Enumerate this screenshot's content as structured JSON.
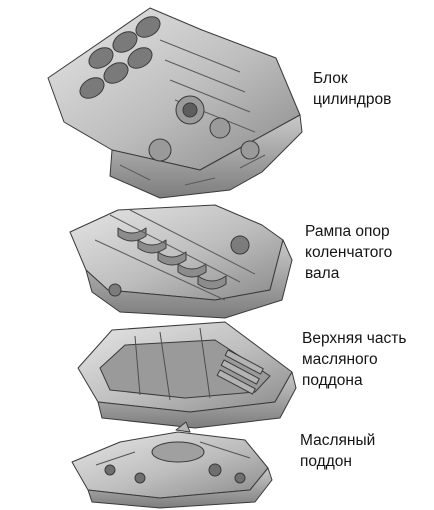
{
  "labels": {
    "cylinder_block": [
      "Блок",
      "цилиндров"
    ],
    "crank_ramp": [
      "Рампа опор",
      "коленчатого",
      "вала"
    ],
    "upper_oil_pan": [
      "Верхняя часть",
      "масляного",
      "поддона"
    ],
    "oil_pan": [
      "Масляный",
      "поддон"
    ]
  },
  "colors": {
    "metal_light": "#d8d8d8",
    "metal_mid": "#a9a9a9",
    "metal_dark": "#6e6e6e",
    "outline": "#3a3a3a",
    "text": "#141414"
  }
}
